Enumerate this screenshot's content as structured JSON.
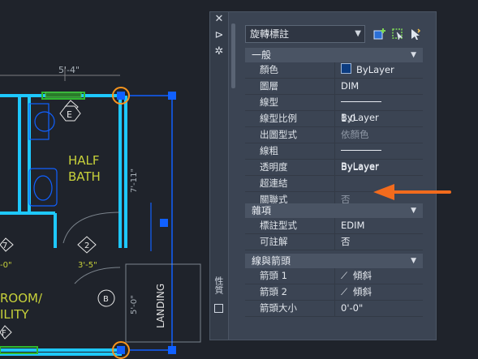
{
  "panel": {
    "close_glyph": "✕",
    "pin_glyph": "⊳",
    "settings_glyph": "✲",
    "side_label": "性質",
    "dropdown_value": "旋轉標註",
    "sections": [
      {
        "label": "一般",
        "rows": [
          {
            "name": "顏色",
            "value": "ByLayer",
            "kind": "color"
          },
          {
            "name": "圖層",
            "value": "DIM"
          },
          {
            "name": "線型",
            "value": "ByLayer",
            "kind": "line"
          },
          {
            "name": "線型比例",
            "value": "1.0"
          },
          {
            "name": "出圖型式",
            "value": "依顏色",
            "dim": true
          },
          {
            "name": "線粗",
            "value": "ByLayer",
            "kind": "line"
          },
          {
            "name": "透明度",
            "value": "ByLayer"
          },
          {
            "name": "超連結",
            "value": ""
          },
          {
            "name": "關聯式",
            "value": "否",
            "dim": true
          }
        ]
      },
      {
        "label": "雜項",
        "rows": [
          {
            "name": "標註型式",
            "value": "EDIM"
          },
          {
            "name": "可註解",
            "value": "否"
          }
        ]
      },
      {
        "label": "線與箭頭",
        "rows": [
          {
            "name": "箭頭 1",
            "value": "傾斜",
            "kind": "arrowhead"
          },
          {
            "name": "箭頭 2",
            "value": "傾斜",
            "kind": "arrowhead"
          },
          {
            "name": "箭頭大小",
            "value": "0'-0\""
          }
        ]
      }
    ]
  },
  "drawing": {
    "dim_top": "5'-4\"",
    "dim_side": "7'-11\"",
    "dim_side2": "5'-0\"",
    "dim_bottom": "3'-5\"",
    "half": "HALF",
    "bath": "BATH",
    "landing": "LANDING",
    "room": "ROOM/",
    "ility": "ILITY",
    "tag_e": "E",
    "tag_2": "2",
    "tag_7": "7",
    "tag_b": "B",
    "tag_f": "F",
    "frag_0": "-0\""
  },
  "colors": {
    "selection": "#1ec8ff",
    "grip": "#1060ff",
    "hotgrip": "#f7941d",
    "greenline": "#2fb82f",
    "annot_yellow": "#c7d13a",
    "arrow": "#f26b1d"
  }
}
